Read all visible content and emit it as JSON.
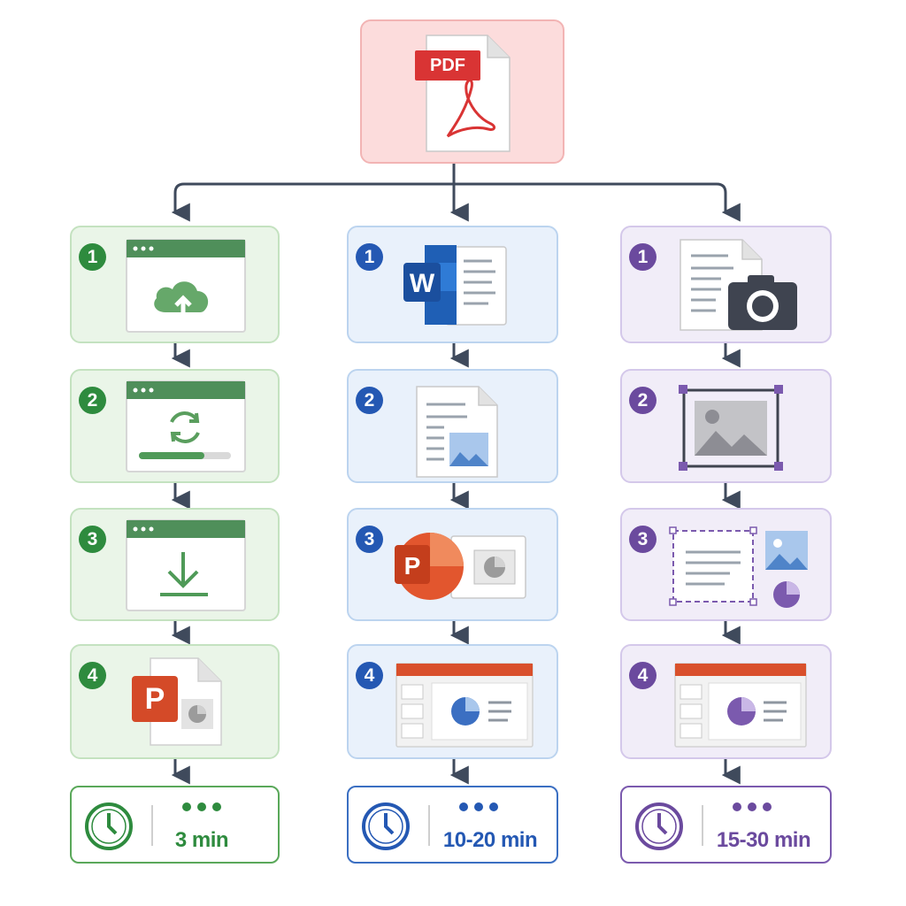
{
  "source": {
    "badge": "PDF"
  },
  "columns": [
    {
      "id": "online",
      "accent": "#2e8b3e",
      "steps": [
        {
          "number": "1",
          "icon": "browser-cloud-upload-icon"
        },
        {
          "number": "2",
          "icon": "browser-sync-progress-icon"
        },
        {
          "number": "3",
          "icon": "browser-download-icon"
        },
        {
          "number": "4",
          "icon": "powerpoint-file-icon"
        }
      ],
      "time": "3 min"
    },
    {
      "id": "word",
      "accent": "#2458b3",
      "steps": [
        {
          "number": "1",
          "icon": "word-document-icon"
        },
        {
          "number": "2",
          "icon": "document-with-image-icon"
        },
        {
          "number": "3",
          "icon": "powerpoint-slide-icon"
        },
        {
          "number": "4",
          "icon": "presentation-editor-icon"
        }
      ],
      "time": "10-20 min"
    },
    {
      "id": "screenshot",
      "accent": "#6b4a9e",
      "steps": [
        {
          "number": "1",
          "icon": "document-camera-icon"
        },
        {
          "number": "2",
          "icon": "image-crop-icon"
        },
        {
          "number": "3",
          "icon": "layout-elements-icon"
        },
        {
          "number": "4",
          "icon": "presentation-editor-icon"
        }
      ],
      "time": "15-30 min"
    }
  ],
  "word_letter": "W",
  "ppt_letter": "P"
}
